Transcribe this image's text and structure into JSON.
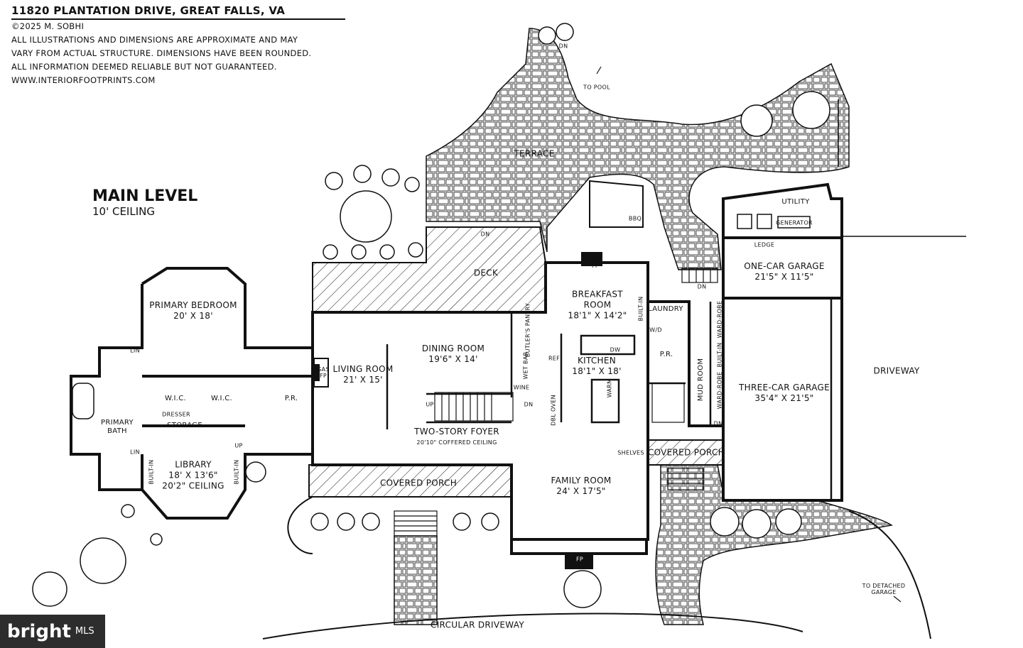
{
  "header": {
    "address": "11820 PLANTATION DRIVE, GREAT FALLS, VA",
    "copyright": "©2025 M. SOBHI",
    "disclaimer_1": "ALL ILLUSTRATIONS AND DIMENSIONS ARE APPROXIMATE AND MAY",
    "disclaimer_2": "VARY FROM ACTUAL STRUCTURE. DIMENSIONS HAVE BEEN ROUNDED.",
    "disclaimer_3": "ALL INFORMATION DEEMED RELIABLE BUT NOT GUARANTEED.",
    "website": "WWW.INTERIORFOOTPRINTS.COM"
  },
  "level": {
    "name": "MAIN LEVEL",
    "ceiling": "10' CEILING"
  },
  "rooms": {
    "primary_bedroom": {
      "name": "PRIMARY BEDROOM",
      "dims": "20' X 18'"
    },
    "primary_bath": {
      "line1": "PRIMARY",
      "line2": "BATH"
    },
    "library": {
      "name": "LIBRARY",
      "dims": "18' X 13'6\"",
      "ceiling": "20'2\" CEILING"
    },
    "living_room": {
      "name": "LIVING ROOM",
      "dims": "21' X 15'"
    },
    "dining_room": {
      "name": "DINING ROOM",
      "dims": "19'6\" X 14'"
    },
    "foyer": {
      "name": "TWO-STORY FOYER",
      "ceiling": "20'10\" COFFERED CEILING"
    },
    "breakfast": {
      "line1": "BREAKFAST",
      "line2": "ROOM",
      "dims": "18'1\" X 14'2\""
    },
    "kitchen": {
      "name": "KITCHEN",
      "dims": "18'1\" X 18'"
    },
    "family_room": {
      "name": "FAMILY ROOM",
      "dims": "24' X 17'5\""
    },
    "one_car_garage": {
      "name": "ONE-CAR GARAGE",
      "dims": "21'5\" X 11'5\""
    },
    "three_car_garage": {
      "name": "THREE-CAR GARAGE",
      "dims": "35'4\" X 21'5\""
    },
    "deck": "DECK",
    "terrace": "TERRACE",
    "covered_porch_front": "COVERED PORCH",
    "covered_porch_side": "COVERED PORCH",
    "laundry": "LAUNDRY",
    "mud_room": "MUD ROOM",
    "utility": "UTILITY",
    "storage": "STORAGE",
    "wic_1": "W.I.C.",
    "wic_2": "W.I.C.",
    "powder_1": "P.R.",
    "powder_2": "P.R."
  },
  "small_labels": {
    "to_pool": "TO POOL",
    "driveway": "DRIVEWAY",
    "circular_driveway": "CIRCULAR DRIVEWAY",
    "to_detached_1": "TO DETACHED",
    "to_detached_2": "GARAGE",
    "generator": "GENERATOR",
    "ledge": "LEDGE",
    "bbq": "BBQ",
    "gas_fp_1": "GAS",
    "gas_fp_2": "FP",
    "fp": "FP",
    "shelves": "SHELVES",
    "butlers_pantry": "BUTLER'S PANTRY",
    "wet_bar": "WET BAR",
    "built_in": "BUILT-IN",
    "dresser": "DRESSER",
    "lin": "LIN",
    "dn": "DN",
    "up": "UP",
    "ref": "REF",
    "dw": "DW",
    "warm": "WARM",
    "wine": "WINE",
    "wd": "W/D",
    "ward_robe": "WARD-ROBE",
    "dbl_oven": "DBL OVEN"
  },
  "branding": {
    "logo": "bright",
    "logo_suffix": "MLS"
  }
}
